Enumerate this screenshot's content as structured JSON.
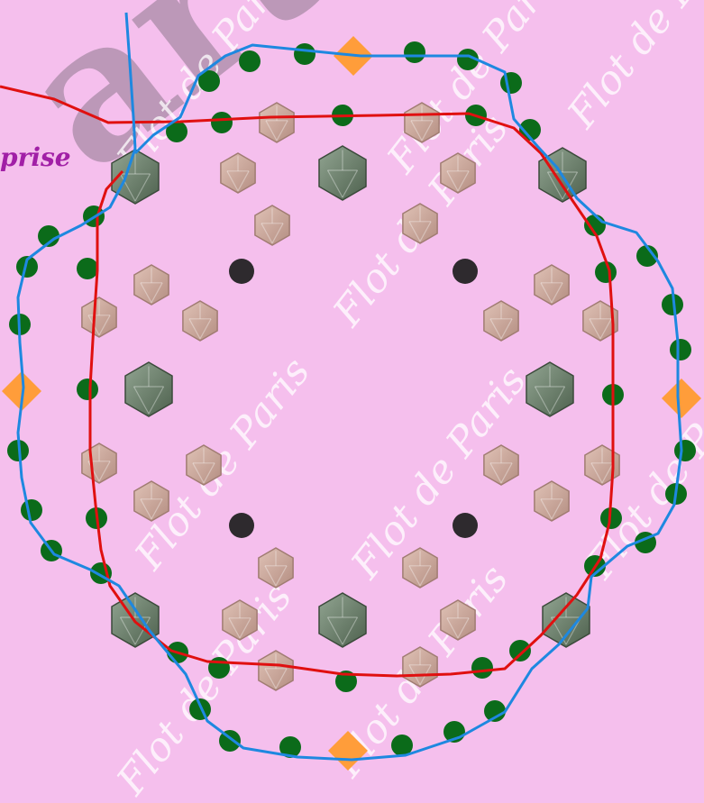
{
  "caption": "prise",
  "logo_text": "art",
  "watermark_text": "Flot de Paris",
  "colors": {
    "background": "#f5bfed",
    "green_bead": "#0b6b1a",
    "orange_bead": "#ff9d3a",
    "dark_crystal": "#6a7c6a",
    "rose_crystal": "#c9a79c",
    "black_bead": "#2e2a2e",
    "red_outline": "#e01010",
    "blue_outline": "#1e88e0"
  }
}
